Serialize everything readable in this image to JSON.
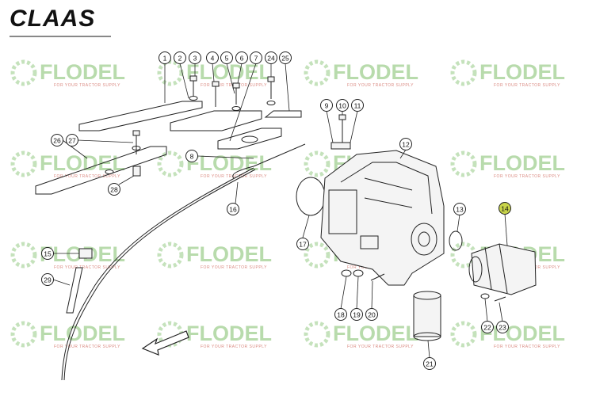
{
  "brand": {
    "logo": "CLAAS",
    "watermark": "FLODEL",
    "watermark_sub": "FOR YOUR TRACTOR SUPPLY"
  },
  "callouts": [
    {
      "n": "1"
    },
    {
      "n": "2"
    },
    {
      "n": "3"
    },
    {
      "n": "4"
    },
    {
      "n": "5"
    },
    {
      "n": "6"
    },
    {
      "n": "7"
    },
    {
      "n": "24"
    },
    {
      "n": "25"
    },
    {
      "n": "26"
    },
    {
      "n": "27"
    },
    {
      "n": "28"
    },
    {
      "n": "8"
    },
    {
      "n": "9"
    },
    {
      "n": "10"
    },
    {
      "n": "11"
    },
    {
      "n": "12"
    },
    {
      "n": "16"
    },
    {
      "n": "17"
    },
    {
      "n": "13"
    },
    {
      "n": "14",
      "highlight": true
    },
    {
      "n": "15"
    },
    {
      "n": "29"
    },
    {
      "n": "18"
    },
    {
      "n": "19"
    },
    {
      "n": "20"
    },
    {
      "n": "21"
    },
    {
      "n": "22"
    },
    {
      "n": "23"
    }
  ],
  "colors": {
    "highlight": "#c8d44a",
    "watermark": "#7fbf6a",
    "line": "#222222"
  }
}
